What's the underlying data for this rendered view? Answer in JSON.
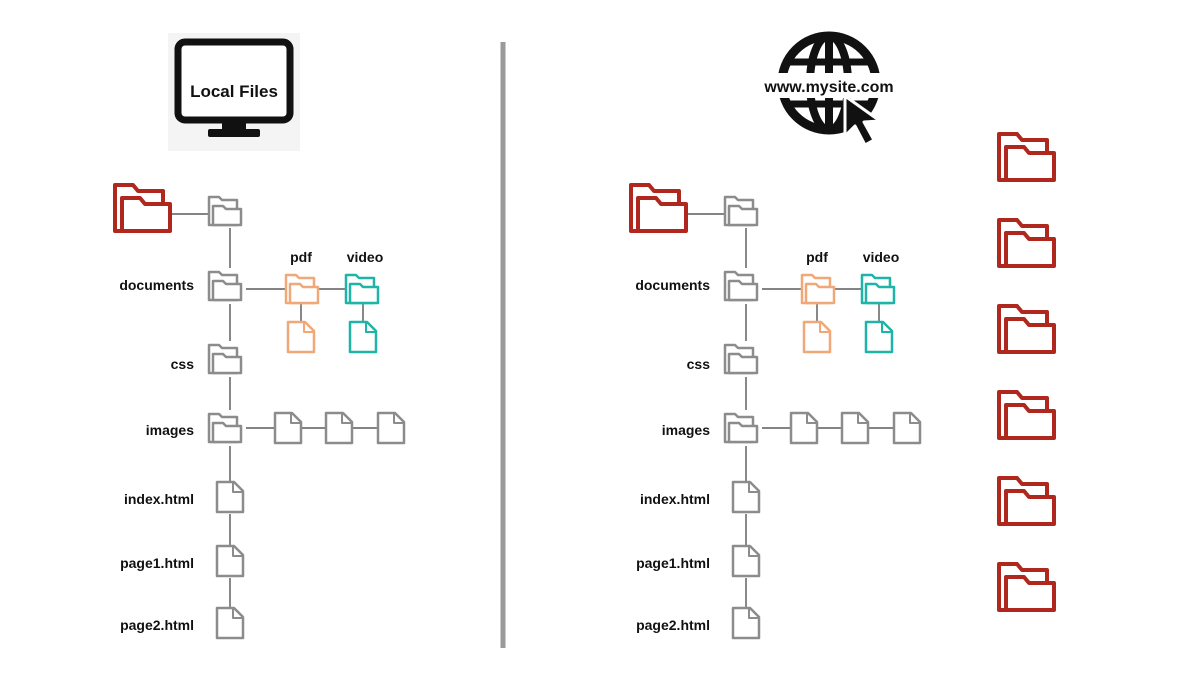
{
  "colors": {
    "gray": "#8c8c8c",
    "red": "#b0271e",
    "orange": "#f0a878",
    "teal": "#1fb4a8",
    "divider": "#9a9a9a",
    "icon_black": "#111111"
  },
  "local": {
    "monitor_label": "Local Files",
    "labels": {
      "documents": "documents",
      "pdf": "pdf",
      "video": "video",
      "css": "css",
      "images": "images",
      "index": "index.html",
      "page1": "page1.html",
      "page2": "page2.html"
    }
  },
  "remote": {
    "site_label": "www.mysite.com",
    "labels": {
      "documents": "documents",
      "pdf": "pdf",
      "video": "video",
      "css": "css",
      "images": "images",
      "index": "index.html",
      "page1": "page1.html",
      "page2": "page2.html"
    },
    "uploaded_folder_count": 6
  },
  "icons": {
    "monitor": "monitor-icon",
    "globe": "globe-icon",
    "cursor": "cursor-arrow-icon",
    "folder": "folder-icon",
    "file": "file-icon"
  }
}
